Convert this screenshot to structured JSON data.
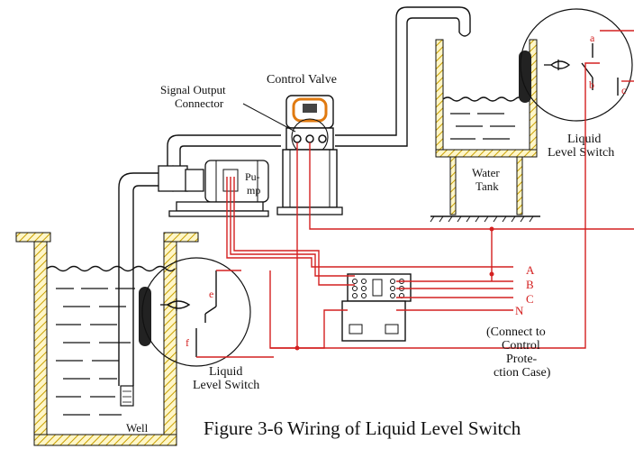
{
  "labels": {
    "control_valve": "Control Valve",
    "signal_output_line1": "Signal Output",
    "signal_output_line2": "Connector",
    "pump_line1": "Pu-",
    "pump_line2": "mp",
    "water_tank_line1": "Water",
    "water_tank_line2": "Tank",
    "liquid_level_switch_top_line1": "Liquid",
    "liquid_level_switch_top_line2": "Level Switch",
    "liquid_level_switch_bottom_line1": "Liquid",
    "liquid_level_switch_bottom_line2": "Level Switch",
    "well": "Well",
    "caption": "Figure 3-6 Wiring of Liquid Level Switch"
  },
  "terminals": {
    "a": "a",
    "b": "b",
    "c": "c",
    "e": "e",
    "f": "f",
    "phase_a": "A",
    "phase_b": "B",
    "phase_c": "C",
    "neutral": "N"
  },
  "note": {
    "line1": "(Connect to",
    "line2": "Control",
    "line3": "Prote-",
    "line4": "ction Case)"
  },
  "colors": {
    "wire": "#d42020",
    "outline": "#111111",
    "hatch": "#c8a000",
    "valve_accent": "#e07a10"
  }
}
